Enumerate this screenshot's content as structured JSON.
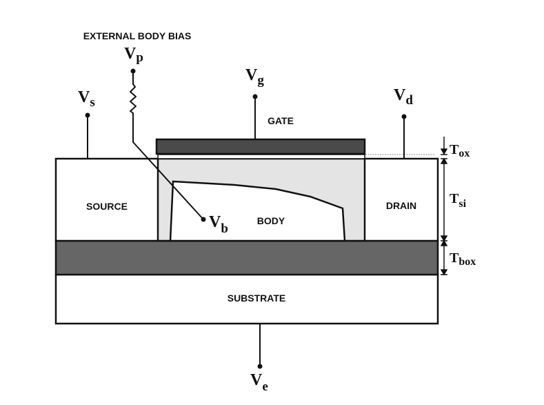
{
  "diagram": {
    "title": "SOI MOSFET cross-section with external body bias",
    "regions": {
      "source": "SOURCE",
      "drain": "DRAIN",
      "body": "BODY",
      "gate": "GATE",
      "substrate": "SUBSTRATE"
    },
    "external_bias_label": "EXTERNAL BODY BIAS",
    "terminals": {
      "vs": {
        "main": "V",
        "sub": "s"
      },
      "vp": {
        "main": "V",
        "sub": "p"
      },
      "vg": {
        "main": "V",
        "sub": "g"
      },
      "vd": {
        "main": "V",
        "sub": "d"
      },
      "vb": {
        "main": "V",
        "sub": "b"
      },
      "ve": {
        "main": "V",
        "sub": "e"
      }
    },
    "dimensions": {
      "tox": {
        "main": "T",
        "sub": "ox"
      },
      "tsi": {
        "main": "T",
        "sub": "si"
      },
      "tbox": {
        "main": "T",
        "sub": "box"
      }
    },
    "colors": {
      "gate_fill": "#4a4a4a",
      "box_fill": "#666666",
      "body_fill": "#e4e4e4",
      "line": "#111111",
      "background": "#ffffff"
    }
  }
}
